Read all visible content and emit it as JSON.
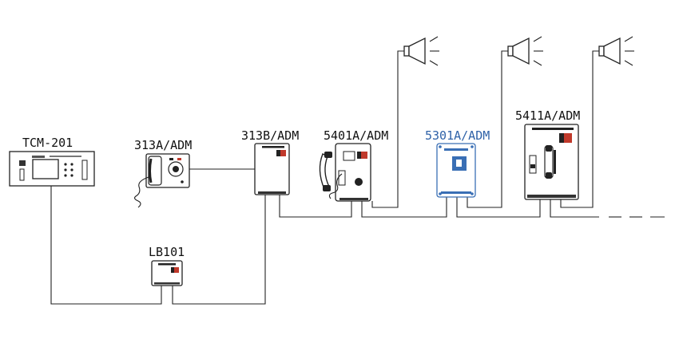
{
  "devices": {
    "tcm201": "TCM-201",
    "a313": "313A/ADM",
    "b313": "313B/ADM",
    "a5401": "5401A/ADM",
    "a5301": "5301A/ADM",
    "a5411": "5411A/ADM",
    "lb101": "LB101"
  },
  "colors": {
    "line": "#222222",
    "highlight_blue": "#3a6fb5",
    "accent_red": "#c0392b"
  },
  "icons": [
    "speaker-horn-icon",
    "handset-icon",
    "phone-keypad-icon"
  ]
}
